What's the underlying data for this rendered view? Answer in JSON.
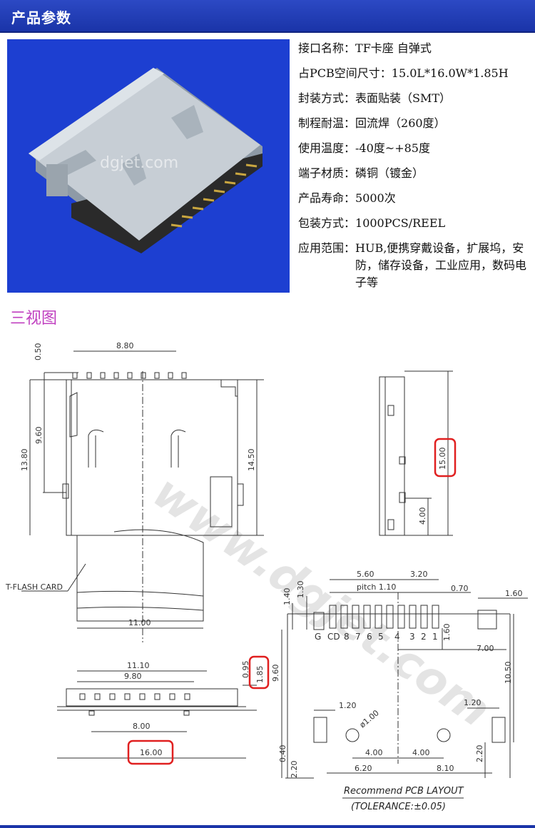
{
  "header": {
    "title": "产品参数"
  },
  "photo": {
    "watermark": "dgjet.com"
  },
  "specs": [
    {
      "key": "接口名称：",
      "value": "TF卡座 自弹式"
    },
    {
      "key": "占PCB空间尺寸：",
      "value": "15.0L*16.0W*1.85H"
    },
    {
      "key": "封装方式：",
      "value": "表面贴装（SMT）"
    },
    {
      "key": "制程耐温：",
      "value": "回流焊（260度）"
    },
    {
      "key": "使用温度：",
      "value": "-40度~+85度"
    },
    {
      "key": "端子材质：",
      "value": "磷铜（镀金）"
    },
    {
      "key": "产品寿命：",
      "value": "5000次"
    },
    {
      "key": "包装方式：",
      "value": "1000PCS/REEL"
    },
    {
      "key": "应用范围：",
      "value": "HUB,便携穿戴设备，扩展坞，安防，储存设备，工业应用，数码电子等"
    }
  ],
  "views": {
    "title": "三视图"
  },
  "drawing": {
    "watermark": "www.dgjet.com",
    "top_view": {
      "dims": [
        "0.50",
        "8.80",
        "9.60",
        "13.80",
        "14.50",
        "11.00"
      ],
      "card_label": "T-FLASH CARD"
    },
    "side_view": {
      "dims": [
        "15.00",
        "4.00"
      ]
    },
    "front_view": {
      "dims": [
        "11.10",
        "9.80",
        "8.00",
        "16.00",
        "0.95",
        "1.85"
      ]
    },
    "pcb_layout": {
      "dims": [
        "5.60",
        "3.20",
        "pitch 1.10",
        "0.70",
        "1.60",
        "1.30",
        "1.40",
        "1.60",
        "7.00",
        "9.60",
        "10.50",
        "1.20",
        "1.20",
        "ø1.00",
        "4.00",
        "4.00",
        "6.20",
        "8.10",
        "0.40",
        "2.20",
        "2.20"
      ],
      "pins": [
        "G",
        "CD",
        "8",
        "7",
        "6",
        "5",
        "4",
        "3",
        "2",
        "1"
      ],
      "caption": "Recommend PCB LAYOUT",
      "tolerance": "(TOLERANCE:±0.05)"
    }
  }
}
